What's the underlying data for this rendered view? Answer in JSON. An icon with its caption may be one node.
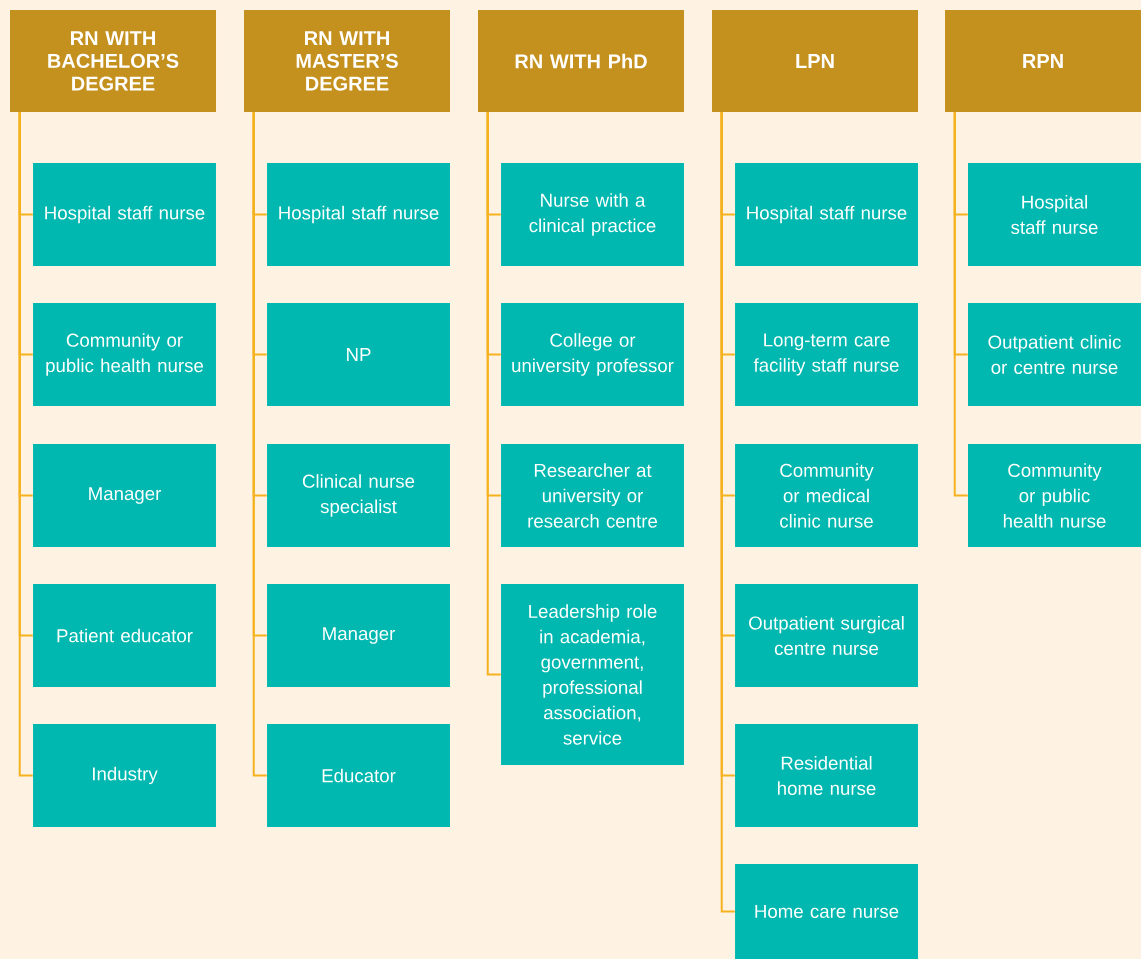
{
  "diagram": {
    "nodes": [
      {
        "text": [
          "RN WITH BACHELOR’S DEGREE"
        ]
      },
      {
        "text": [
          "Hospital staff nurse"
        ]
      },
      {
        "text": [
          "Community or public health nurse"
        ]
      },
      {
        "text": [
          "Manager"
        ]
      },
      {
        "text": [
          "Patient educator"
        ]
      },
      {
        "text": [
          "Industry"
        ]
      },
      {
        "text": [
          "RN WITH MASTER’S DEGREE"
        ]
      },
      {
        "text": [
          "Hospital staff nurse"
        ]
      },
      {
        "text": [
          "NP"
        ]
      },
      {
        "text": [
          "Clinical nurse specialist"
        ]
      },
      {
        "text": [
          "Manager"
        ]
      },
      {
        "text": [
          "Educator"
        ]
      },
      {
        "text": [
          "RN WITH PhD"
        ]
      },
      {
        "text": [
          "Nurse with a clinical practice"
        ]
      },
      {
        "text": [
          "College or university professor"
        ]
      },
      {
        "text": [
          "Researcher at university or research centre"
        ]
      },
      {
        "text": [
          "Leadership role in academia, government, professional association, service"
        ]
      },
      {
        "text": [
          "LPN"
        ]
      },
      {
        "text": [
          "Hospital staff nurse"
        ]
      },
      {
        "text": [
          "Long-term care facility staff nurse"
        ]
      },
      {
        "text": [
          "Community or medical clinic nurse"
        ]
      },
      {
        "text": [
          "Outpatient surgical centre nurse"
        ]
      },
      {
        "text": [
          "Residential home nurse"
        ]
      },
      {
        "text": [
          "Home care nurse"
        ]
      },
      {
        "text": [
          "RPN"
        ]
      },
      {
        "text": [
          "Hospital staff nurse"
        ]
      },
      {
        "text": [
          "Outpatient clinic or centre nurse"
        ]
      },
      {
        "text": [
          "Community or public health nurse"
        ]
      }
    ],
    "edges": [
      {
        "from": 0,
        "to": 1,
        "arrow": "none"
      },
      {
        "from": 0,
        "to": 2,
        "arrow": "none"
      },
      {
        "from": 0,
        "to": 3,
        "arrow": "none"
      },
      {
        "from": 0,
        "to": 4,
        "arrow": "none"
      },
      {
        "from": 0,
        "to": 5,
        "arrow": "none"
      },
      {
        "from": 6,
        "to": 7,
        "arrow": "none"
      },
      {
        "from": 6,
        "to": 8,
        "arrow": "none"
      },
      {
        "from": 6,
        "to": 9,
        "arrow": "none"
      },
      {
        "from": 6,
        "to": 10,
        "arrow": "none"
      },
      {
        "from": 6,
        "to": 11,
        "arrow": "none"
      },
      {
        "from": 12,
        "to": 13,
        "arrow": "none"
      },
      {
        "from": 12,
        "to": 14,
        "arrow": "none"
      },
      {
        "from": 12,
        "to": 15,
        "arrow": "none"
      },
      {
        "from": 12,
        "to": 16,
        "arrow": "none"
      },
      {
        "from": 17,
        "to": 18,
        "arrow": "none"
      },
      {
        "from": 17,
        "to": 19,
        "arrow": "none"
      },
      {
        "from": 17,
        "to": 20,
        "arrow": "none"
      },
      {
        "from": 17,
        "to": 21,
        "arrow": "none"
      },
      {
        "from": 17,
        "to": 22,
        "arrow": "none"
      },
      {
        "from": 17,
        "to": 23,
        "arrow": "none"
      },
      {
        "from": 24,
        "to": 25,
        "arrow": "none"
      },
      {
        "from": 24,
        "to": 26,
        "arrow": "none"
      },
      {
        "from": 24,
        "to": 27,
        "arrow": "none"
      }
    ]
  }
}
